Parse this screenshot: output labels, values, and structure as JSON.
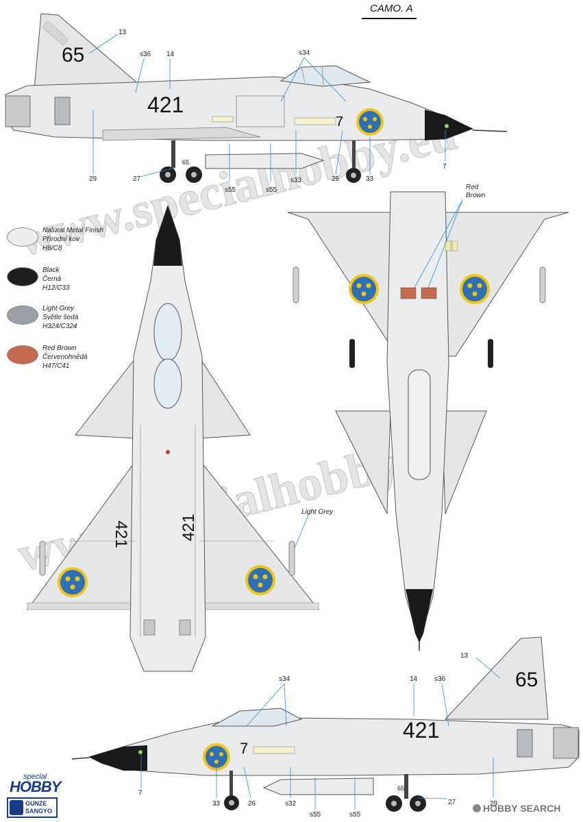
{
  "title": "CAMO. A",
  "legend": [
    {
      "lines": [
        "Natural Metal Finish",
        "Přírodní kov",
        "H8/C8"
      ],
      "color": "#eeeeee"
    },
    {
      "lines": [
        "Black",
        "Černá",
        "H12/C33"
      ],
      "color": "#1e1e1e"
    },
    {
      "lines": [
        "Light Grey",
        "Světle šedá",
        "H324/C324"
      ],
      "color": "#9a9fa6"
    },
    {
      "lines": [
        "Red Brown",
        "Červenohnědá",
        "H47/C41"
      ],
      "color": "#c46a4e"
    }
  ],
  "markings": {
    "tail_code": "65",
    "side_code": "421",
    "nose_code": "7",
    "gear_code": "65"
  },
  "callouts": {
    "top": {
      "c13": "13",
      "s36": "s36",
      "c14": "14",
      "s34": "s34",
      "c29": "29",
      "c27": "27",
      "s55a": "s55",
      "s55b": "s55",
      "s33": "s33",
      "c26": "26",
      "c33": "33",
      "c7": "7"
    },
    "bottom": {
      "c13": "13",
      "s36": "s36",
      "c14": "14",
      "s34": "s34",
      "c7": "7",
      "c33": "33",
      "c26": "26",
      "s32": "s32",
      "s55a": "s55",
      "s55b": "s55",
      "c27": "27",
      "c29": "29"
    },
    "red_brown": "Red\nBrown",
    "light_grey": "Light Grey"
  },
  "watermark": "www.specialhobby.eu",
  "logos": {
    "special": "special",
    "hobby": "HOBBY",
    "gunze1": "GUNZE",
    "gunze2": "SANGYO",
    "hobby_search": "HOBBY SEARCH"
  },
  "colors": {
    "metal": "#e8e9ea",
    "metal_dark": "#c9cbcd",
    "panel_line": "#7a7d80",
    "black": "#1a1a1a",
    "roundel_blue": "#2f6fb4",
    "roundel_yellow": "#f2c414",
    "red_brown": "#c46a4e"
  }
}
